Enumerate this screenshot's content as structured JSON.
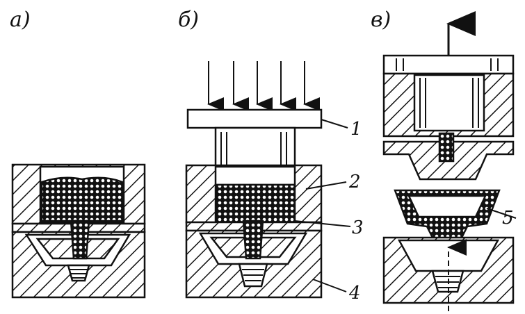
{
  "panels": {
    "a": {
      "label": "а)"
    },
    "b": {
      "label": "б)"
    },
    "v": {
      "label": "в)"
    }
  },
  "callouts": {
    "c1": "1",
    "c2": "2",
    "c3": "3",
    "c4": "4",
    "c5": "5"
  },
  "colors": {
    "ink": "#111111",
    "paper": "#ffffff"
  }
}
